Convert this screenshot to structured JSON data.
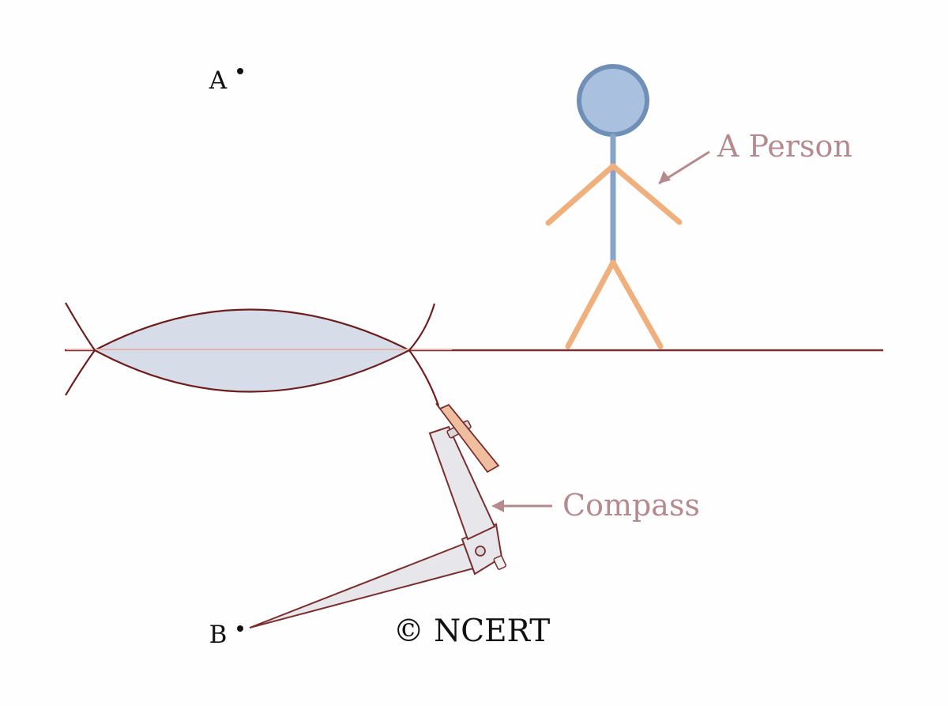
{
  "diagram": {
    "points": {
      "a_label": "A",
      "b_label": "B"
    },
    "annotations": {
      "person_label": "A Person",
      "compass_label": "Compass"
    },
    "credit": "© NCERT",
    "colors": {
      "background": "#fefefe",
      "ground_line": "#7a2e2e",
      "lens_fill": "#d6dde9",
      "lens_stroke": "#6e1d1d",
      "person_head": "#a9c0de",
      "person_head_stroke": "#6f8fb7",
      "person_body": "#86a3c8",
      "person_limbs": "#efb07d",
      "annotation_text": "#b48a8f",
      "compass_fill": "#e7e6ea",
      "compass_stroke": "#7a2e2e",
      "pencil_fill": "#efbe9e"
    }
  }
}
